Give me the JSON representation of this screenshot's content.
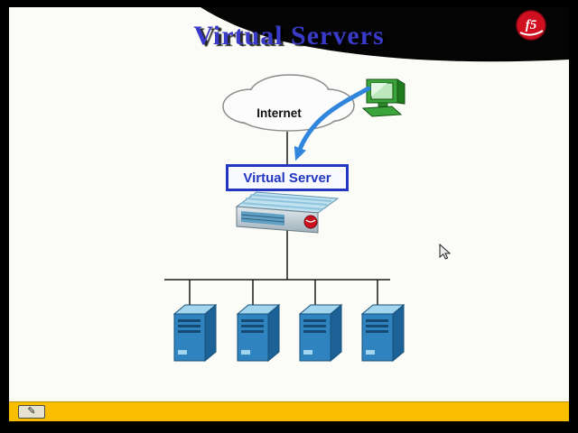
{
  "slide": {
    "title": "Virtual Servers"
  },
  "logo": {
    "text": "f5"
  },
  "diagram": {
    "internet_label": "Internet",
    "virtual_server_label": "Virtual Server",
    "server_count": 4
  },
  "icons": {
    "internet_cloud": "cloud",
    "client_computer": "desktop-computer",
    "traffic_arrow": "curved-blue-arrow",
    "bigip_appliance": "network-appliance",
    "server_tower": "server-tower",
    "mouse_cursor": "arrow-pointer",
    "pen_tool": "✎"
  },
  "colors": {
    "title_blue": "#3A3AC8",
    "box_blue": "#2236C0",
    "arrow_blue": "#2F86DC",
    "server_blue": "#2F84C0",
    "logo_red": "#D01020",
    "bottom_bar_yellow": "#F9BE00"
  }
}
